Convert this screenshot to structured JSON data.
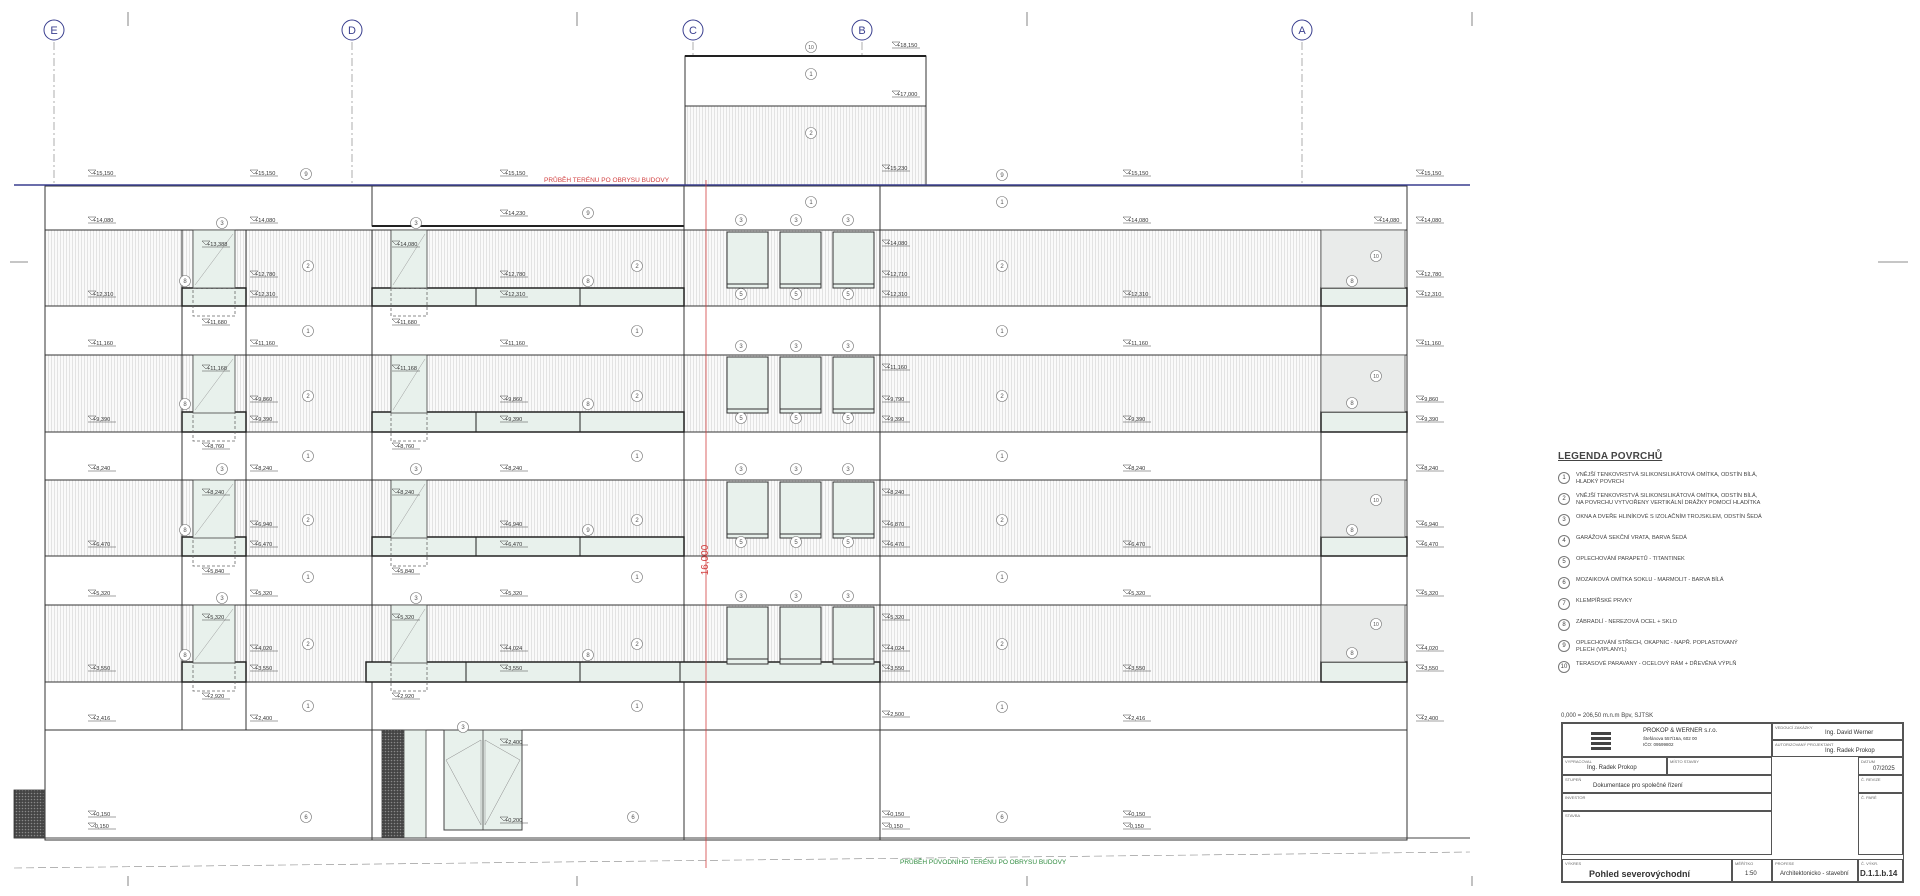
{
  "drawing": {
    "axes": [
      "E",
      "D",
      "C",
      "B",
      "A"
    ],
    "terrain_top_label": "PRŮBĚH TERÉNU PO OBRYSU BUDOVY",
    "terrain_bottom_label": "PRŮBĚH PŮVODNÍHO TERÉNU PO OBRYSU BUDOVY",
    "height_dimension": "16,000",
    "colors": {
      "terrain_top": "#d24040",
      "terrain_bottom": "#2e8b3e",
      "dimension": "#d24040",
      "glass": "#e8f1ec",
      "axis": "#3a3f8f"
    },
    "levels": {
      "top_attic": "+18,150",
      "attic_mid": "+17,000",
      "roof_attic": "+15,230",
      "roof_left": "+15,150",
      "f5_top": "+14,080",
      "f5_door": "+14,230",
      "f5_win": "+13,388",
      "f5_rail": "+12,780",
      "f5_rail_b": "+12,710",
      "f5_floor": "+12,310",
      "f5_sill": "+11,680",
      "f4_top": "+11,160",
      "f4_win": "+11,168",
      "f4_rail": "+9,860",
      "f4_rail_b": "+9,790",
      "f4_floor": "+9,390",
      "f4_sill": "+8,760",
      "f3_top": "+8,240",
      "f3_rail": "+6,940",
      "f3_rail_b": "+6,870",
      "f3_floor": "+6,470",
      "f3_sill": "+5,840",
      "f2_top": "+5,320",
      "f2_rail": "+4,020",
      "f2_rail_b": "+4,024",
      "f2_floor": "+3,550",
      "f2_sill": "+2,920",
      "f1_a": "+2,416",
      "f1_b": "+2,400",
      "f1_c": "+2,500",
      "ground": "+0,150",
      "ground_neg": "-0,150",
      "entrance": "+2,400",
      "entrance_b": "+0,200"
    }
  },
  "legend": {
    "title": "LEGENDA POVRCHŮ",
    "items": [
      {
        "num": "1",
        "text": "VNĚJŠÍ TENKOVRSTVÁ SILIKONSILIKÁTOVÁ OMÍTKA, ODSTÍN BÍLÁ,\nHLADKÝ POVRCH"
      },
      {
        "num": "2",
        "text": "VNĚJŠÍ TENKOVRSTVÁ SILIKONSILIKÁTOVÁ OMÍTKA, ODSTÍN BÍLÁ,\nNA POVRCHU VYTVOŘENY VERTIKÁLNÍ DRÁŽKY POMOCÍ HLADÍTKA"
      },
      {
        "num": "3",
        "text": "OKNA A DVEŘE HLINÍKOVÉ S IZOLAČNÍM TROJSKLEM, ODSTÍN ŠEDÁ"
      },
      {
        "num": "4",
        "text": "GARÁŽOVÁ SEKČNÍ VRATA, BARVA ŠEDÁ"
      },
      {
        "num": "5",
        "text": "OPLECHOVÁNÍ PARAPETŮ - TITANTINEK"
      },
      {
        "num": "6",
        "text": "MOZAIKOVÁ OMÍTKA SOKLU - MARMOLIT - BARVA BÍLÁ"
      },
      {
        "num": "7",
        "text": "KLEMPÍŘSKÉ PRVKY"
      },
      {
        "num": "8",
        "text": "ZÁBRADLÍ - NEREZOVÁ OCEL + SKLO"
      },
      {
        "num": "9",
        "text": "OPLECHOVÁNÍ STŘECH, OKAPNIC - NAPŘ. POPLASTOVANÝ\nPLECH (VIPLANYL)"
      },
      {
        "num": "10",
        "text": "TERASOVÉ PARAVANY - OCELOVÝ RÁM + DŘEVĚNÁ VÝPLŇ"
      }
    ]
  },
  "datum": "0,000 = 206,50 m.n.m Bpv, SJTSK",
  "titleblock": {
    "company": "PROKOP & WERNER s.r.o.",
    "address": "Štefánova 557/16a, 602 00",
    "ico": "IČO: 09599802",
    "lbl_lead": "Vedoucí zakázky",
    "lead": "Ing. David Werner",
    "lbl_auth": "Autorizovaný projektant",
    "auth": "Ing. Radek Prokop",
    "lbl_drawn": "Vypracoval",
    "drawn": "Ing. Radek Prokop",
    "lbl_place": "Místo stavby",
    "lbl_date": "Datum",
    "date": "07/2025",
    "lbl_rev": "Č. revize",
    "lbl_stage": "Stupeň",
    "stage": "Dokumentace pro společné řízení",
    "lbl_investor": "Investor",
    "lbl_paper": "Č. paré",
    "lbl_building": "Stavba",
    "lbl_title": "Výkres",
    "title": "Pohled severovýchodní",
    "lbl_scale": "Měřítko",
    "scale": "1:50",
    "lbl_profession": "Profese",
    "profession": "Architektonicko - stavební",
    "lbl_num": "Č. výkr.",
    "number": "D.1.1.b.14"
  }
}
